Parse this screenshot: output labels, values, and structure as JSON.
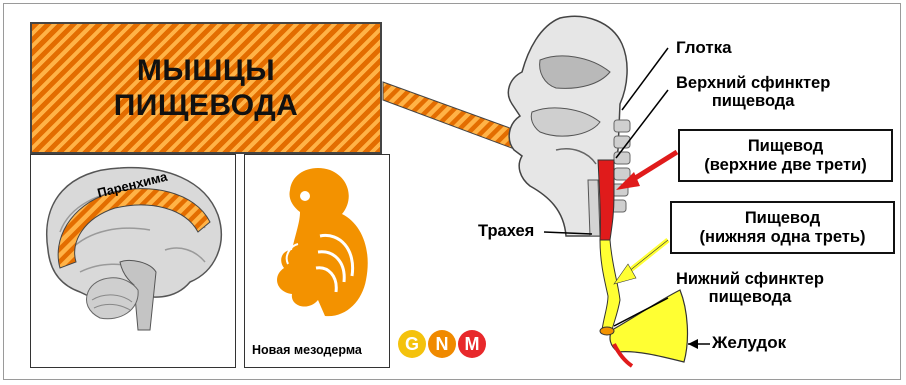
{
  "title_lines": [
    "МЫШЦЫ",
    "ПИЩЕВОДА"
  ],
  "brain_label": "Паренхима",
  "embryo_label": "Новая мезодерма",
  "labels": {
    "pharynx": "Глотка",
    "upper_sphincter": [
      "Верхний сфинктер",
      "пищевода"
    ],
    "esophagus_upper": [
      "Пищевод",
      "(верхние две трети)"
    ],
    "trachea": "Трахея",
    "esophagus_lower": [
      "Пищевод",
      "(нижняя одна треть)"
    ],
    "lower_sphincter": [
      "Нижний сфинктер",
      "пищевода"
    ],
    "stomach": "Желудок"
  },
  "logo_letters": [
    "G",
    "N",
    "M"
  ],
  "colors": {
    "hatch_dark": "#e36d00",
    "hatch_light": "#ffb347",
    "esophagus_red": "#e01b1b",
    "esophagus_yellow": "#ffff33",
    "embryo_orange": "#f39200",
    "logo_yellow": "#f4c20d",
    "logo_orange": "#f08a00",
    "logo_red": "#e8282b"
  }
}
